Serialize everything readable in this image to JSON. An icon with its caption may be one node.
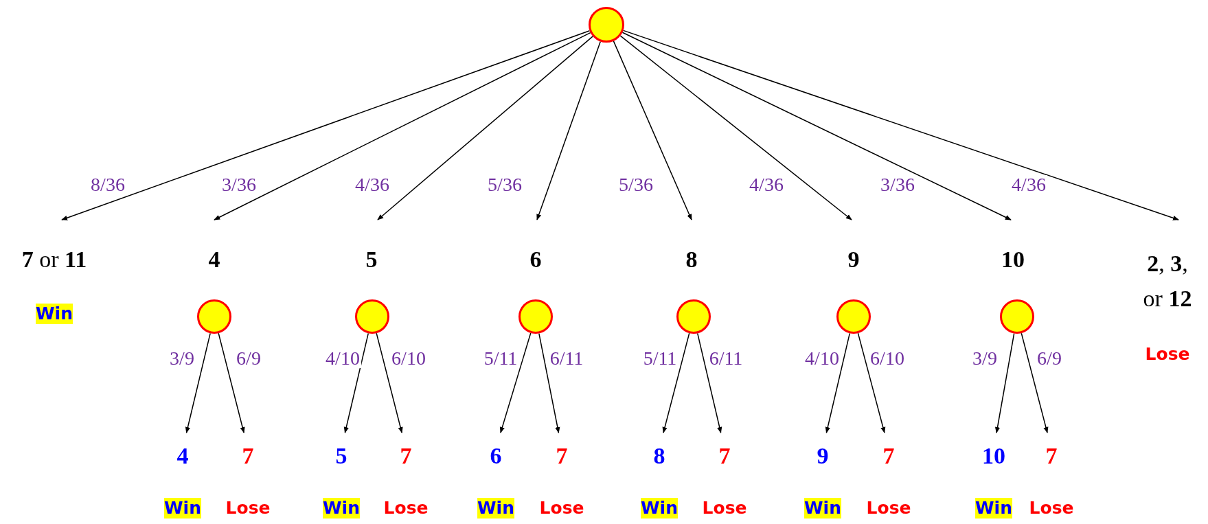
{
  "diagram": {
    "nodes": [
      {
        "text": [],
        "shape": "circle"
      },
      {
        "text": [
          "**7** or **11**"
        ],
        "beside": [
          "Win"
        ]
      },
      {
        "text": [
          "4"
        ]
      },
      {
        "text": [
          "5"
        ]
      },
      {
        "text": [
          "6"
        ]
      },
      {
        "text": [
          "8"
        ]
      },
      {
        "text": [
          "9"
        ]
      },
      {
        "text": [
          "10"
        ]
      },
      {
        "text": [
          "**2**, **3**, or **12**"
        ],
        "beside": [
          "Lose"
        ]
      },
      {
        "text": [],
        "shape": "circle"
      },
      {
        "text": [],
        "shape": "circle"
      },
      {
        "text": [],
        "shape": "circle"
      },
      {
        "text": [],
        "shape": "circle"
      },
      {
        "text": [],
        "shape": "circle"
      },
      {
        "text": [],
        "shape": "circle"
      },
      {
        "text": [
          "4"
        ],
        "beside": [
          "Win"
        ]
      },
      {
        "text": [
          "7"
        ],
        "beside": [
          "Lose"
        ]
      },
      {
        "text": [
          "5"
        ],
        "beside": [
          "Win"
        ]
      },
      {
        "text": [
          "7"
        ],
        "beside": [
          "Lose"
        ]
      },
      {
        "text": [
          "6"
        ],
        "beside": [
          "Win"
        ]
      },
      {
        "text": [
          "7"
        ],
        "beside": [
          "Lose"
        ]
      },
      {
        "text": [
          "8"
        ],
        "beside": [
          "Win"
        ]
      },
      {
        "text": [
          "7"
        ],
        "beside": [
          "Lose"
        ]
      },
      {
        "text": [
          "9"
        ],
        "beside": [
          "Win"
        ]
      },
      {
        "text": [
          "7"
        ],
        "beside": [
          "Lose"
        ]
      },
      {
        "text": [
          "10"
        ],
        "beside": [
          "Win"
        ]
      },
      {
        "text": [
          "7"
        ],
        "beside": [
          "Lose"
        ]
      }
    ],
    "edges": [
      {
        "from": 0,
        "to": 1,
        "arrow": "to",
        "label": "8/36"
      },
      {
        "from": 0,
        "to": 2,
        "arrow": "to",
        "label": "3/36"
      },
      {
        "from": 0,
        "to": 3,
        "arrow": "to",
        "label": "4/36"
      },
      {
        "from": 0,
        "to": 4,
        "arrow": "to",
        "label": "5/36"
      },
      {
        "from": 0,
        "to": 5,
        "arrow": "to",
        "label": "5/36"
      },
      {
        "from": 0,
        "to": 6,
        "arrow": "to",
        "label": "4/36"
      },
      {
        "from": 0,
        "to": 7,
        "arrow": "to",
        "label": "3/36"
      },
      {
        "from": 0,
        "to": 8,
        "arrow": "to",
        "label": "4/36"
      },
      {
        "from": 9,
        "to": 15,
        "arrow": "to",
        "label": "3/9"
      },
      {
        "from": 9,
        "to": 16,
        "arrow": "to",
        "label": "6/9"
      },
      {
        "from": 10,
        "to": 17,
        "arrow": "to",
        "label": "4/10"
      },
      {
        "from": 10,
        "to": 18,
        "arrow": "to",
        "label": "6/10"
      },
      {
        "from": 11,
        "to": 19,
        "arrow": "to",
        "label": "5/11"
      },
      {
        "from": 11,
        "to": 20,
        "arrow": "to",
        "label": "6/11"
      },
      {
        "from": 12,
        "to": 21,
        "arrow": "to",
        "label": "5/11"
      },
      {
        "from": 12,
        "to": 22,
        "arrow": "to",
        "label": "6/11"
      },
      {
        "from": 13,
        "to": 23,
        "arrow": "to",
        "label": "4/10"
      },
      {
        "from": 13,
        "to": 24,
        "arrow": "to",
        "label": "6/10"
      },
      {
        "from": 14,
        "to": 25,
        "arrow": "to",
        "label": "3/9"
      },
      {
        "from": 14,
        "to": 26,
        "arrow": "to",
        "label": "6/9"
      }
    ]
  }
}
